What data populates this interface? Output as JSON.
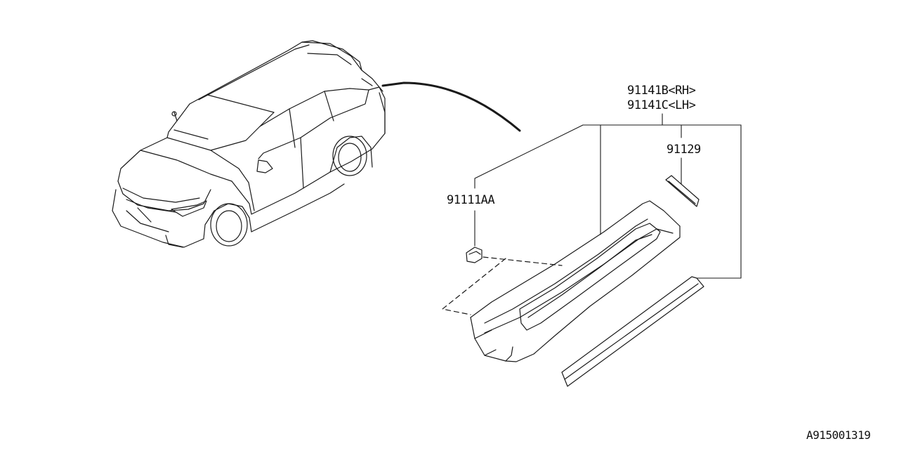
{
  "diagram": {
    "callouts": {
      "rh_part": "91141B<RH>",
      "lh_part": "91141C<LH>",
      "seal": "91129",
      "clip": "91111AA"
    },
    "figure_id": "A915001319",
    "colors": {
      "line": "#1a1a1a",
      "background": "#ffffff"
    }
  }
}
